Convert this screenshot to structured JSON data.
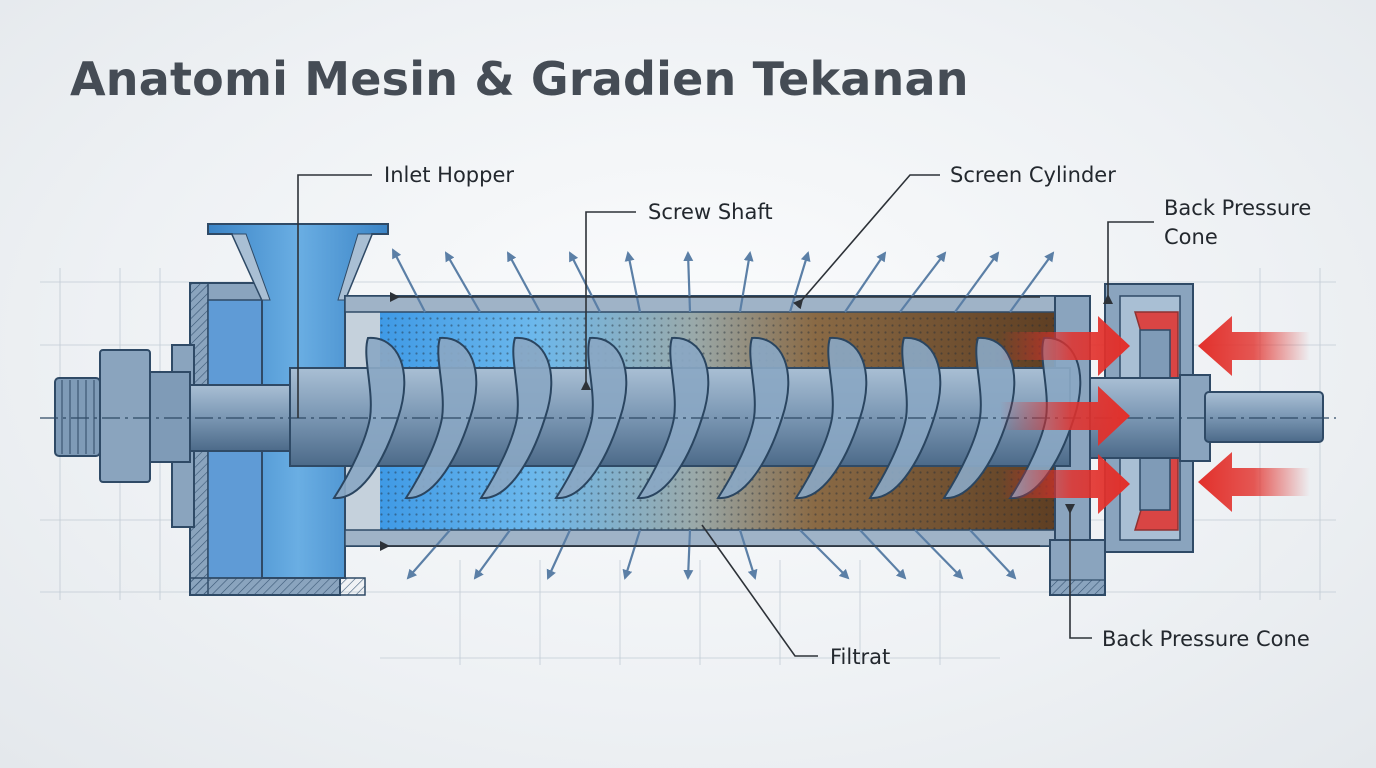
{
  "title": "Anatomi Mesin & Gradien Tekanan",
  "labels": {
    "inlet_hopper": "Inlet Hopper",
    "screw_shaft": "Screw Shaft",
    "screen_cylinder": "Screen Cylinder",
    "back_pressure_cone_top_line1": "Back Pressure",
    "back_pressure_cone_top_line2": "Cone",
    "filtrat": "Filtrat",
    "back_pressure_cone_bottom": "Back Pressure Cone"
  },
  "colors": {
    "steel": "#7f9bb7",
    "steel_dark": "#2f4a66",
    "inlet_liquid": "#4a9de0",
    "compressed_material": "#6a4526",
    "pressure_arrow": "#e2302b",
    "filtrate_arrow": "#5b7fa6"
  },
  "icons": {
    "filtrate_arrows": "outward-arrow",
    "pressure_arrows": "red-block-arrow"
  }
}
